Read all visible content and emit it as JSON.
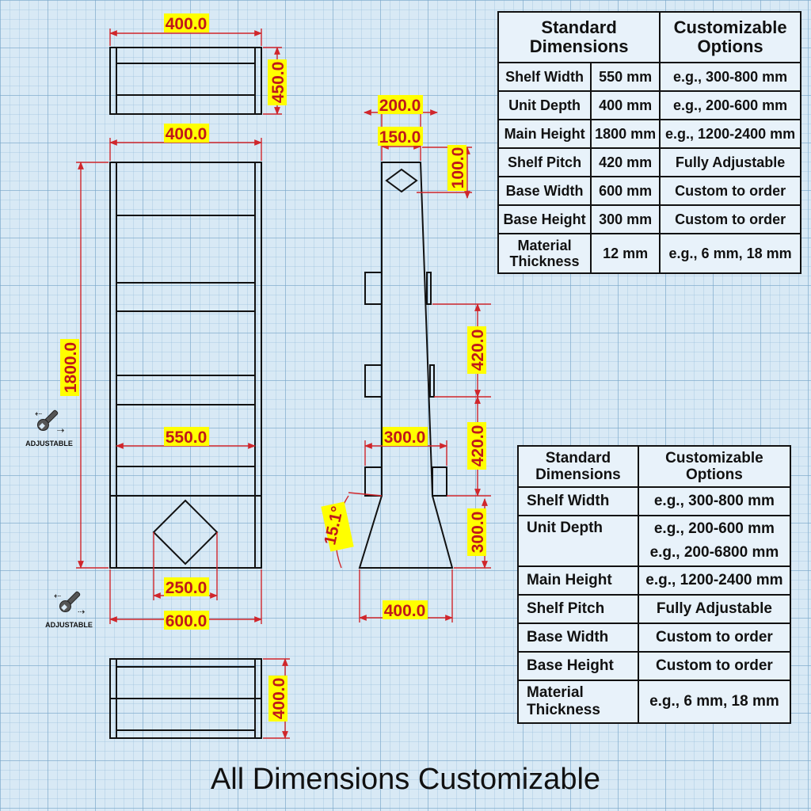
{
  "drawing": {
    "dimensions": {
      "top_view_width": "400.0",
      "top_view_depth": "450.0",
      "front_width": "400.0",
      "front_height": "1800.0",
      "front_shelf_width": "550.0",
      "front_base_cut": "250.0",
      "front_base_width": "600.0",
      "bottom_view_depth": "400.0",
      "side_top_outer": "200.0",
      "side_top_inner": "150.0",
      "side_top_offset": "100.0",
      "side_pitch_upper": "420.0",
      "side_pitch_lower": "420.0",
      "side_mid_width": "300.0",
      "side_base_height": "300.0",
      "side_angle": "15.1°",
      "side_base_width": "400.0"
    },
    "icons": {
      "adjust_upper_label": "ADJUSTABLE",
      "adjust_lower_label": "ADJUSTABLE",
      "icon_name": "wrench-icon"
    },
    "colors": {
      "dimension_line": "#d0262b",
      "dimension_text": "#c0171b",
      "label_highlight": "#ffff00",
      "grid_background": "#d8e9f5"
    }
  },
  "table_top": {
    "header_col1": "Standard Dimensions",
    "header_col2": "Customizable Options",
    "rows": [
      {
        "label": "Shelf Width",
        "std": "550 mm",
        "opt": "e.g., 300-800 mm"
      },
      {
        "label": "Unit Depth",
        "std": "400 mm",
        "opt": "e.g., 200-600 mm"
      },
      {
        "label": "Main Height",
        "std": "1800 mm",
        "opt": "e.g., 1200-2400 mm"
      },
      {
        "label": "Shelf Pitch",
        "std": "420 mm",
        "opt": "Fully Adjustable"
      },
      {
        "label": "Base Width",
        "std": "600 mm",
        "opt": "Custom to order"
      },
      {
        "label": "Base Height",
        "std": "300 mm",
        "opt": "Custom to order"
      },
      {
        "label": "Material Thickness",
        "std": "12 mm",
        "opt": "e.g., 6 mm, 18 mm"
      }
    ]
  },
  "table_bottom": {
    "header_col1": "Standard Dimensions",
    "header_col2": "Customizable Options",
    "rows": [
      {
        "label": "Shelf Width",
        "opt": "e.g., 300-800 mm"
      },
      {
        "label": "Unit Depth",
        "opt": "e.g., 200-600 mm",
        "opt2": "e.g., 200-6800 mm"
      },
      {
        "label": "Main Height",
        "opt": "e.g., 1200-2400 mm"
      },
      {
        "label": "Shelf Pitch",
        "opt": "Fully Adjustable"
      },
      {
        "label": "Base Width",
        "opt": "Custom to order"
      },
      {
        "label": "Base Height",
        "opt": "Custom to order"
      },
      {
        "label": "Material Thickness",
        "opt": "e.g., 6 mm, 18 mm"
      }
    ]
  },
  "caption": "All Dimensions Customizable"
}
